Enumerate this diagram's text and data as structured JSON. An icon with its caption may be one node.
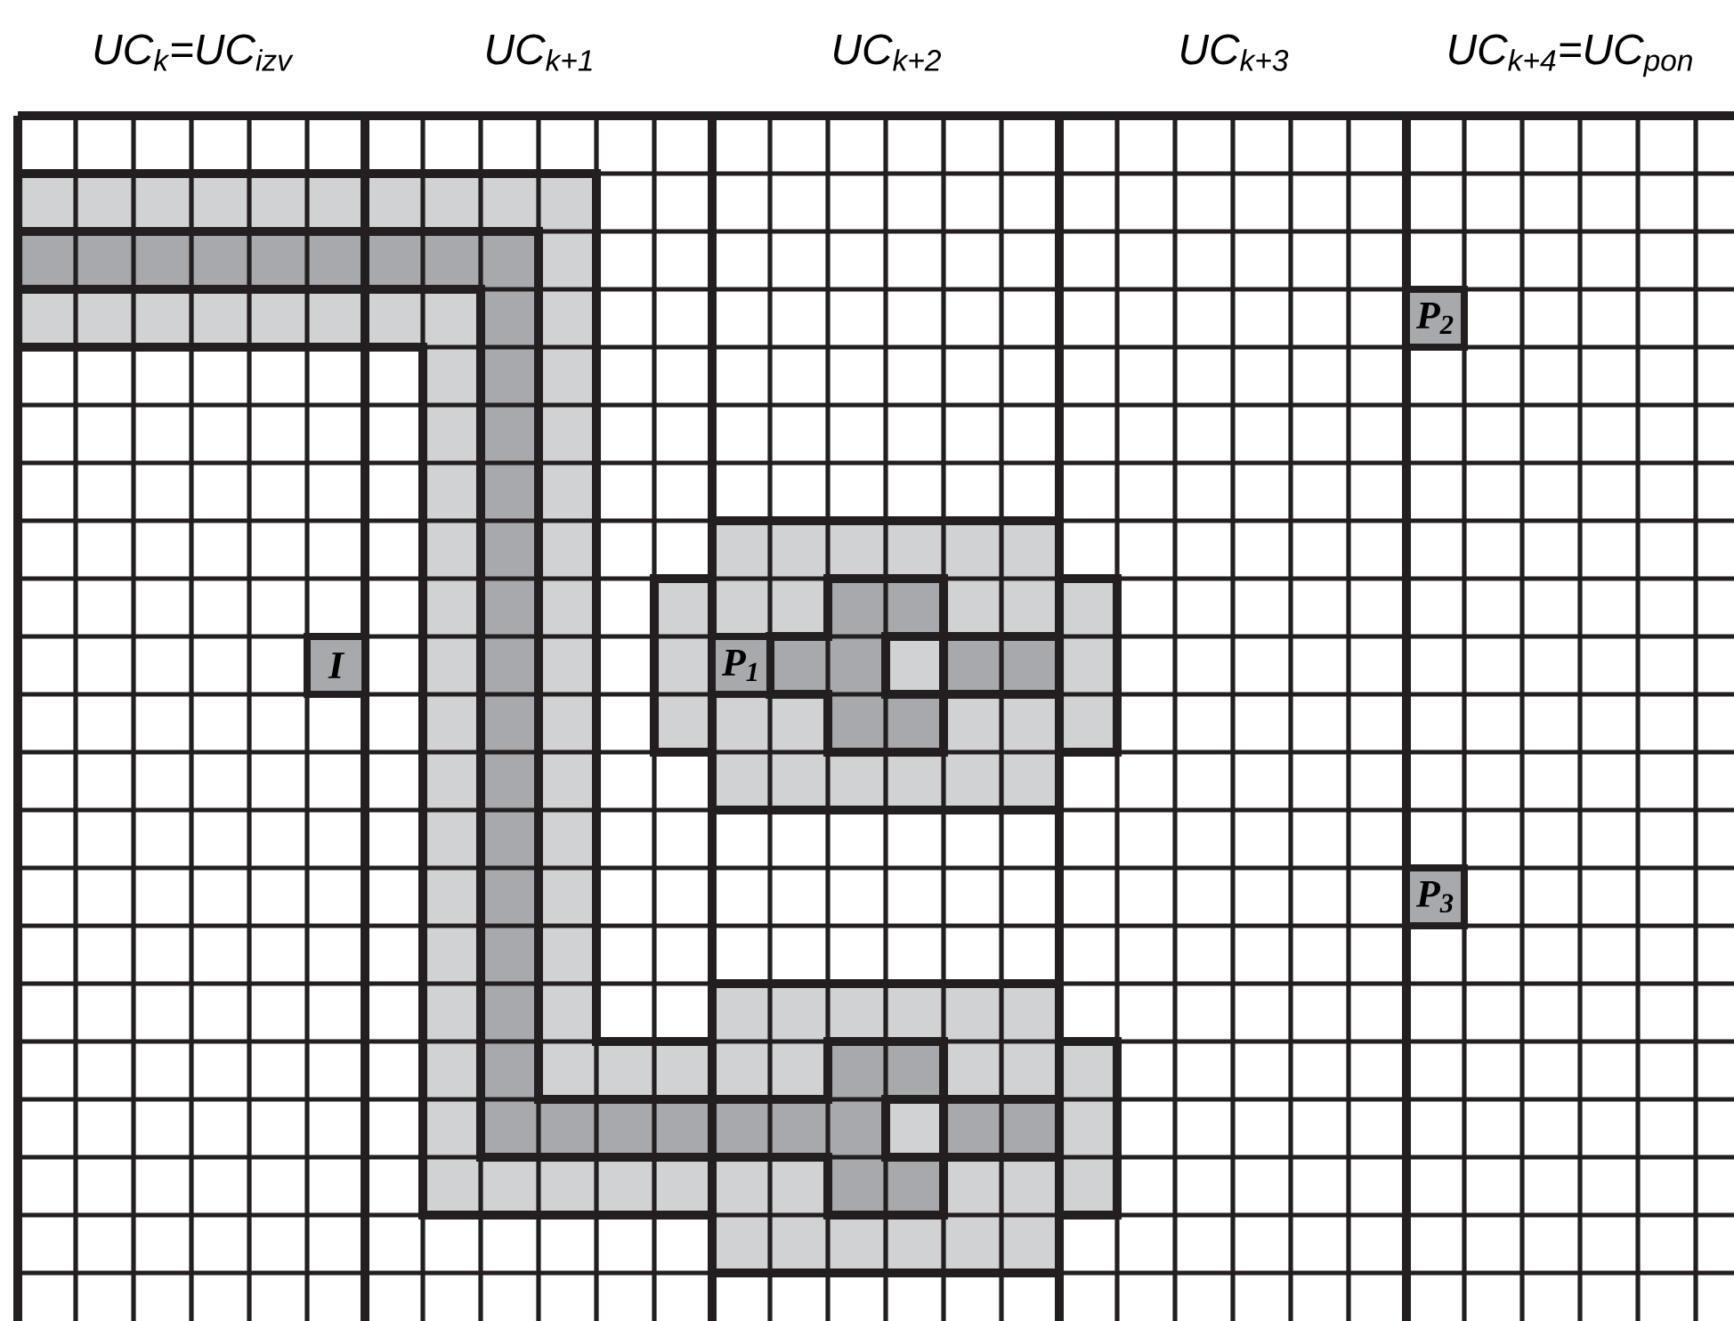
{
  "diagram": {
    "nodes": [
      {
        "text": [
          "I"
        ]
      },
      {
        "text": [
          "P$_{1}$"
        ]
      },
      {
        "text": [
          "P$_{2}$"
        ]
      },
      {
        "text": [
          "P$_{3}$"
        ]
      }
    ],
    "labels": [
      "UC$_{k}$=UC$_{izv}$",
      "UC$_{k+1}$",
      "UC$_{k+2}$",
      "UC$_{k+3}$",
      "UC$_{k+4}$=UC$_{pon}$"
    ]
  }
}
